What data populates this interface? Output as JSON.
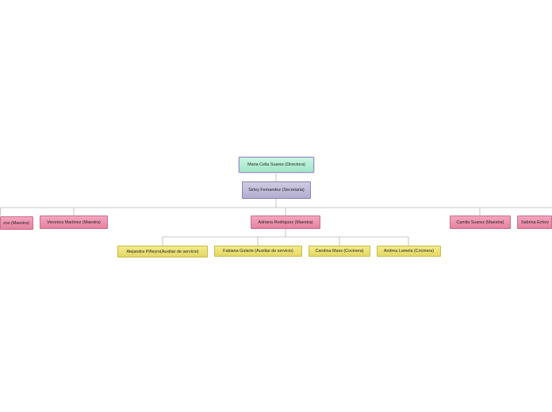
{
  "org_chart": {
    "director": "Maria Celia Suarez (Directora)",
    "secretary": "Sirley Fernandez (Secretaria)",
    "teachers": [
      "zos (Maestra)",
      "Veronica Martinez (Maestra)",
      "Adriana Rodriguez (Maestra)",
      "Camila Suarez (Maestra)",
      "Sabrina Echev"
    ],
    "staff": [
      "Alejandra Piñeyro(Auxiliar de servicio)",
      "Fabiana Gularte (Auxiliar de servicio)",
      "Carolina Mass (Cocinera)",
      "Andrea Lamela (Cocinera)"
    ]
  },
  "colors": {
    "director": "#a8eacb",
    "secretary": "#bdb8d8",
    "teacher": "#ec8fad",
    "staff": "#e9df72",
    "connector": "#b5b5b5"
  }
}
